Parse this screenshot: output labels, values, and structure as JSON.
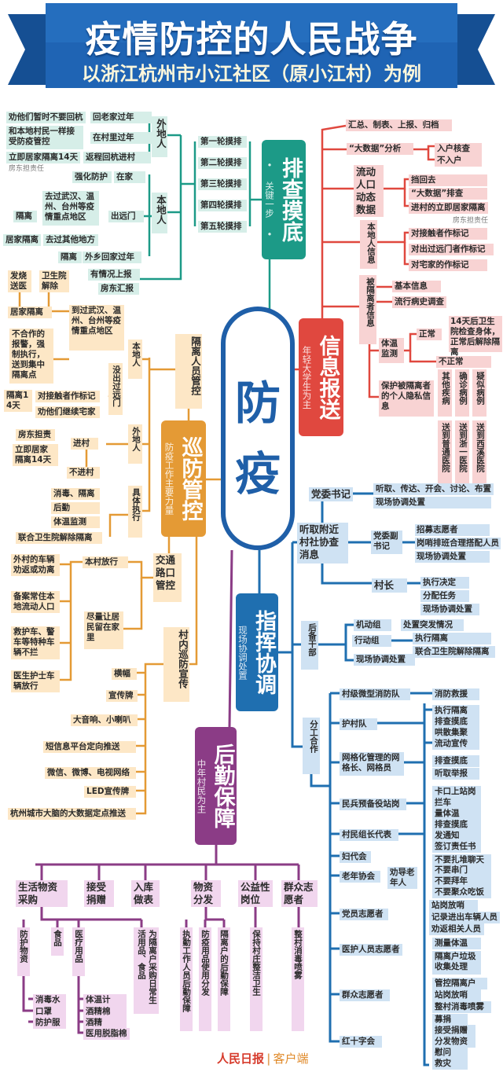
{
  "title": {
    "main": "疫情防控的人民战争",
    "sub": "以浙江杭州市小江社区（原小江村）为例"
  },
  "center": {
    "c1": "防",
    "c2": "疫"
  },
  "branches": {
    "investigate": {
      "title": "排查摸底",
      "note": "• 关键一步 •"
    },
    "report": {
      "title": "信息报送",
      "note": "年轻大学生为主"
    },
    "patrol": {
      "title": "巡防管控",
      "note": "防疫工作主要力量"
    },
    "command": {
      "title": "指挥协调",
      "note": "现场协调处置"
    },
    "logistics": {
      "title": "后勤保障",
      "note": "中年村民为主"
    }
  },
  "colors": {
    "investigate": "#1c9a87",
    "report": "#e0483f",
    "patrol": "#e49a35",
    "command": "#1f6fb0",
    "logistics": "#8b3c86",
    "banner": "#1f64b4"
  },
  "investigate": [
    "劝他们暂时不要回杭",
    "回老家过年",
    "和本地村民一样接受防疫管控",
    "在村里过年",
    "立即居家隔离14天",
    "返程回杭进村",
    "房东担责任",
    "外地人",
    "强化防护",
    "在家",
    "隔离",
    "去过武汉、温州、台州等疫情重点地区",
    "出远门",
    "居家隔离",
    "去过其他地方",
    "隔离",
    "外乡回家过年",
    "本地人",
    "有情况上报",
    "房东汇报",
    "第一轮摸排",
    "第二轮摸排",
    "第三轮摸排",
    "第四轮摸排",
    "第五轮摸排"
  ],
  "report": [
    "汇总、制表、上报、归档",
    "“大数据”分析",
    "入户核查",
    "不入户",
    "流动人口动态数据",
    "挡回去",
    "“大数据”排查",
    "进村的立即居家隔离",
    "房东担责任",
    "本地人信息",
    "对接触者作标记",
    "对出过远门者作标记",
    "对宅家的作标记",
    "被隔离者信息",
    "基本信息",
    "流行病史调查",
    "体温监测",
    "正常",
    "14天后卫生院检查身体，正常后解除隔离",
    "不正常",
    "其他疾病",
    "确诊病例",
    "疑似病例",
    "送到普通医院",
    "送到浙一医院",
    "送到西溪医院",
    "保护被隔离者的个人隐私信息"
  ],
  "patrol": [
    "发烧送医",
    "卫生院解除",
    "居家隔离",
    "到过武汉、温州、台州等疫情重点地区",
    "不合作的报警，强制执行，送到集中隔离点",
    "本地人",
    "没出过远门",
    "隔离14天",
    "对接触者作标记",
    "劝他们继续宅家",
    "隔离人员管控",
    "外地人",
    "房东担责",
    "立即居家隔离14天",
    "进村",
    "不进村",
    "具体执行",
    "消毒、隔离",
    "后勤",
    "体温监测",
    "联合卫生院解除隔离",
    "交通路口管控",
    "本村放行",
    "尽量让居民留在家里",
    "外村的车辆劝返或劝离",
    "备案常住本地流动人口",
    "救护车、警车等特种车辆不拦",
    "医生护士车辆放行",
    "村内巡防宣传",
    "横幅",
    "宣传牌",
    "大音响、小喇叭",
    "短信息平台定向推送",
    "微信、微博、电视网络",
    "LED宣传牌",
    "杭州城市大脑的大数据定点推送"
  ],
  "command": [
    "党委书记",
    "听取、传达、开会、讨论、布置",
    "现场协调处置",
    "听取附近村社协查消息",
    "党委副书记",
    "招募志愿者",
    "岗哨排班合理搭配人员",
    "现场协调处置",
    "村长",
    "执行决定",
    "分配任务",
    "现场协调处置",
    "后备干部",
    "机动组",
    "处置突发情况",
    "行动组",
    "执行隔离",
    "联合卫生院解除隔离",
    "现场协调处置",
    "分工合作",
    "村级微型消防队",
    "消防救援",
    "护村队",
    "执行隔离",
    "排查摸底",
    "哄散集聚",
    "流动宣传",
    "网格化管理的网格长、网格员",
    "排查摸底",
    "听取举报",
    "民兵预备役站岗",
    "卡口上站岗",
    "拦车",
    "量体温",
    "村民组长代表",
    "排查摸底",
    "发通知",
    "签订责任书",
    "妇代会",
    "老年协会",
    "劝导老年人",
    "不要扎堆聊天",
    "不要串门",
    "不要拜年",
    "不要聚众吃饭",
    "党员志愿者",
    "站岗放哨",
    "记录进出车辆人员",
    "劝返相关人员",
    "医护人员志愿者",
    "测量体温",
    "隔离户垃圾收集处理",
    "群众志愿者",
    "管控隔离户",
    "站岗放哨",
    "整村消毒喷雾",
    "红十字会",
    "募捐",
    "接受捐赠",
    "分发物资",
    "慰问",
    "救灾"
  ],
  "logistics": [
    "生活物资采购",
    "接受捐赠",
    "入库做表",
    "物资分发",
    "公益性岗位",
    "群众志愿者",
    "防护物资",
    "食品",
    "医疗用品",
    "为隔离户采购日常生活用品、食品",
    "执勤工作人员后勤保障",
    "防疫用品使用分发",
    "隔离户的后勤保障",
    "保持村庄整洁卫生",
    "整村消毒喷雾",
    "消毒水",
    "口罩",
    "防护服",
    "体温计",
    "酒精棉",
    "酒精",
    "医用脱脂棉"
  ],
  "footer": {
    "logo": "人民日报",
    "client": "客户端"
  }
}
